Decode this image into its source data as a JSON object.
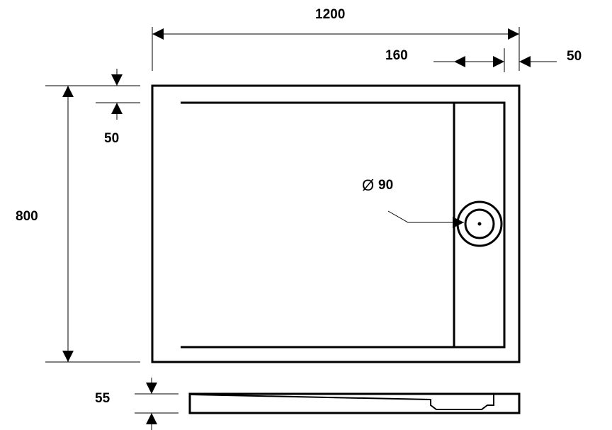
{
  "drawing": {
    "title": "Shower tray dimension drawing",
    "dimensions": {
      "length": "1200",
      "channel_width": "160",
      "right_rim": "50",
      "width": "800",
      "top_rim": "50",
      "height": "55",
      "drain_diameter_symbol": "Ø",
      "drain_diameter": "90"
    }
  }
}
